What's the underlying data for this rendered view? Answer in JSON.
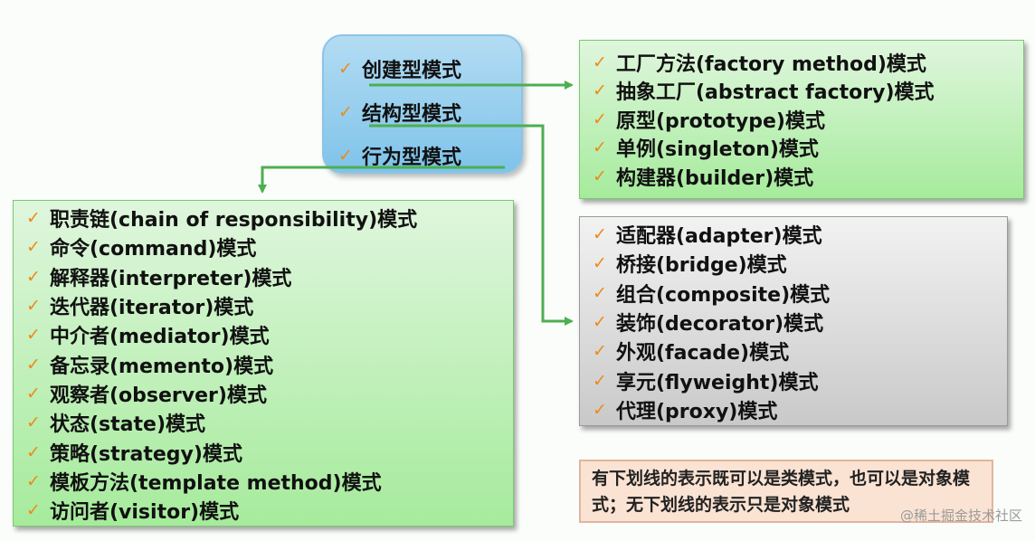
{
  "categories": [
    {
      "label": "创建型模式"
    },
    {
      "label": "结构型模式"
    },
    {
      "label": "行为型模式"
    }
  ],
  "creational": [
    {
      "label": "工厂方法(factory method)模式"
    },
    {
      "label": "抽象工厂(abstract factory)模式"
    },
    {
      "label": "原型(prototype)模式"
    },
    {
      "label": "单例(singleton)模式"
    },
    {
      "label": "构建器(builder)模式"
    }
  ],
  "structural": [
    {
      "label": "适配器(adapter)模式"
    },
    {
      "label": "桥接(bridge)模式"
    },
    {
      "label": "组合(composite)模式"
    },
    {
      "label": "装饰(decorator)模式"
    },
    {
      "label": "外观(facade)模式"
    },
    {
      "label": "享元(flyweight)模式"
    },
    {
      "label": "代理(proxy)模式"
    }
  ],
  "behavioral": [
    {
      "label": "职责链(chain of responsibility)模式"
    },
    {
      "label": "命令(command)模式"
    },
    {
      "label": "解释器(interpreter)模式"
    },
    {
      "label": "迭代器(iterator)模式"
    },
    {
      "label": "中介者(mediator)模式"
    },
    {
      "label": "备忘录(memento)模式"
    },
    {
      "label": "观察者(observer)模式"
    },
    {
      "label": "状态(state)模式"
    },
    {
      "label": "策略(strategy)模式"
    },
    {
      "label": "模板方法(template method)模式"
    },
    {
      "label": "访问者(visitor)模式"
    }
  ],
  "check_mark": "✓",
  "note": "有下划线的表示既可以是类模式，也可以是对象模式；无下划线的表示只是对象模式",
  "watermark": "@稀土掘金技术社区",
  "colors": {
    "arrow": "#4caf50",
    "check": "#ee8a18",
    "green_box": "#a6eb9c",
    "blue_box": "#7fc3ea",
    "gray_box": "#c9c9c9",
    "note_box": "#fbe3d3"
  }
}
